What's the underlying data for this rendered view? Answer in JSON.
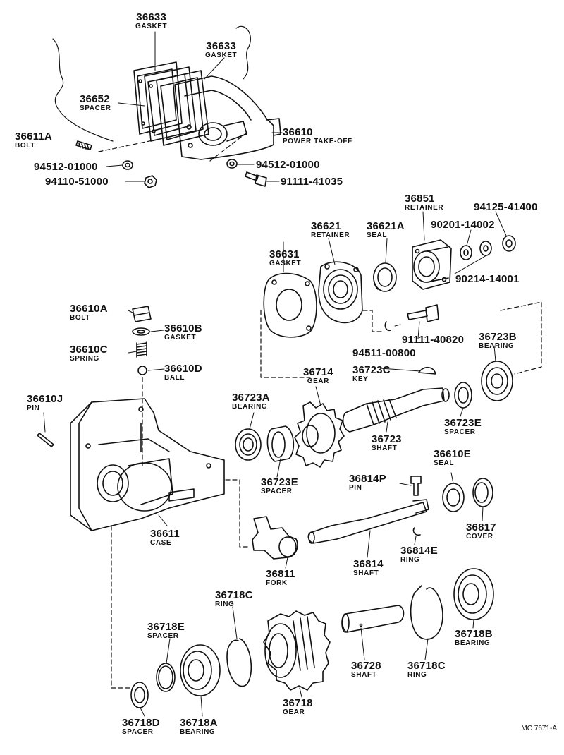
{
  "parts": {
    "p36633a": {
      "num": "36633",
      "sub": "GASKET"
    },
    "p36633b": {
      "num": "36633",
      "sub": "GASKET"
    },
    "p36652": {
      "num": "36652",
      "sub": "SPACER"
    },
    "p36611A": {
      "num": "36611A",
      "sub": "BOLT"
    },
    "p36610": {
      "num": "36610",
      "sub": "POWER TAKE-OFF"
    },
    "p94512a": {
      "num": "94512-01000"
    },
    "p94512b": {
      "num": "94512-01000"
    },
    "p94110": {
      "num": "94110-51000"
    },
    "p91111_41035": {
      "num": "91111-41035"
    },
    "p36851": {
      "num": "36851",
      "sub": "RETAINER"
    },
    "p94125": {
      "num": "94125-41400"
    },
    "p90201": {
      "num": "90201-14002"
    },
    "p90214": {
      "num": "90214-14001"
    },
    "p36621": {
      "num": "36621",
      "sub": "RETAINER"
    },
    "p36621A": {
      "num": "36621A",
      "sub": "SEAL"
    },
    "p36631": {
      "num": "36631",
      "sub": "GASKET"
    },
    "p91111_40820": {
      "num": "91111-40820"
    },
    "p94511": {
      "num": "94511-00800"
    },
    "p36610A": {
      "num": "36610A",
      "sub": "BOLT"
    },
    "p36610B": {
      "num": "36610B",
      "sub": "GASKET"
    },
    "p36610C": {
      "num": "36610C",
      "sub": "SPRING"
    },
    "p36610D": {
      "num": "36610D",
      "sub": "BALL"
    },
    "p36610J": {
      "num": "36610J",
      "sub": "PIN"
    },
    "p36714": {
      "num": "36714",
      "sub": "GEAR"
    },
    "p36723C": {
      "num": "36723C",
      "sub": "KEY"
    },
    "p36723B": {
      "num": "36723B",
      "sub": "BEARING"
    },
    "p36723A": {
      "num": "36723A",
      "sub": "BEARING"
    },
    "p36723": {
      "num": "36723",
      "sub": "SHAFT"
    },
    "p36723E_r": {
      "num": "36723E",
      "sub": "SPACER"
    },
    "p36723E_l": {
      "num": "36723E",
      "sub": "SPACER"
    },
    "p36610E": {
      "num": "36610E",
      "sub": "SEAL"
    },
    "p36814P": {
      "num": "36814P",
      "sub": "PIN"
    },
    "p36817": {
      "num": "36817",
      "sub": "COVER"
    },
    "p36611": {
      "num": "36611",
      "sub": "CASE"
    },
    "p36811": {
      "num": "36811",
      "sub": "FORK"
    },
    "p36814": {
      "num": "36814",
      "sub": "SHAFT"
    },
    "p36814E": {
      "num": "36814E",
      "sub": "RING"
    },
    "p36718C_l": {
      "num": "36718C",
      "sub": "RING"
    },
    "p36718E": {
      "num": "36718E",
      "sub": "SPACER"
    },
    "p36718B": {
      "num": "36718B",
      "sub": "BEARING"
    },
    "p36728": {
      "num": "36728",
      "sub": "SHAFT"
    },
    "p36718C_r": {
      "num": "36718C",
      "sub": "RING"
    },
    "p36718": {
      "num": "36718",
      "sub": "GEAR"
    },
    "p36718D": {
      "num": "36718D",
      "sub": "SPACER"
    },
    "p36718A": {
      "num": "36718A",
      "sub": "BEARING"
    }
  },
  "reference_code": "MC 7671-A"
}
